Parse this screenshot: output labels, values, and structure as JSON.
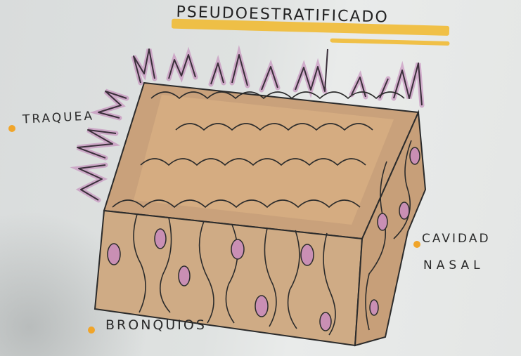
{
  "title": "PSEUDOESTRATIFICADO",
  "labels": {
    "traquea": "TRAQUEA",
    "cavidad": "CAVIDAD",
    "nasal": "NASAL",
    "bronquios": "BRONQUIOS"
  },
  "colors": {
    "highlight": "#f1b82a",
    "bullet": "#f0a52a",
    "cilia": "#c07bb4",
    "tissue": "#c8a27a",
    "nucleus": "#c98fb4"
  }
}
